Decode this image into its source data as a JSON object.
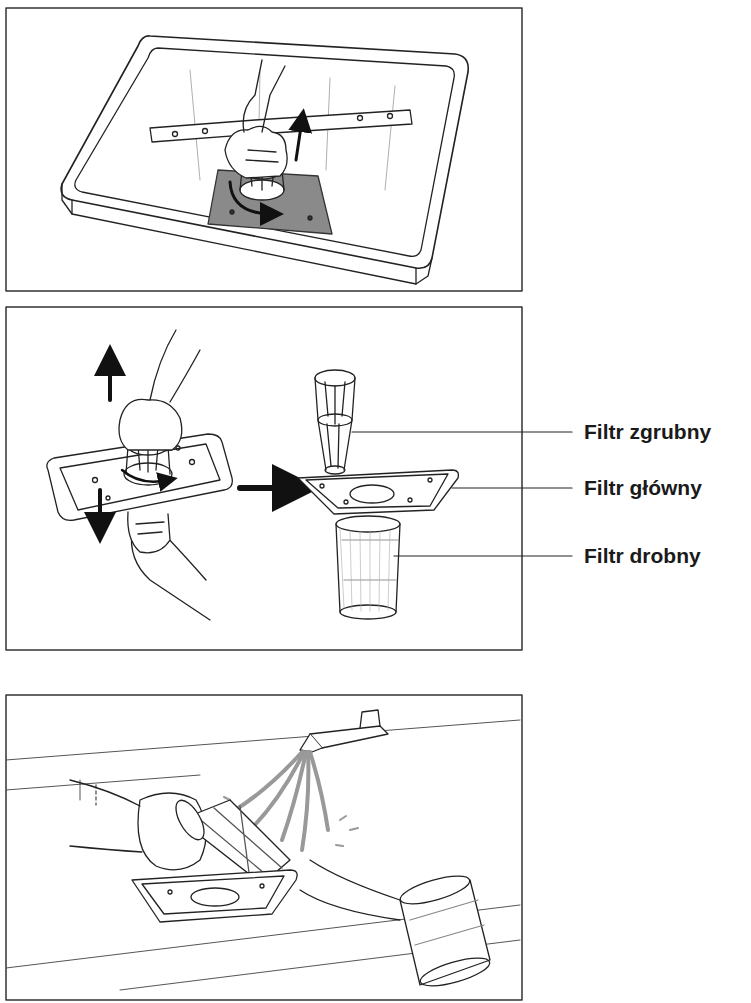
{
  "diagram": {
    "labels": [
      "Filtr zgrubny",
      "Filtr główny",
      "Filtr drobny"
    ]
  }
}
